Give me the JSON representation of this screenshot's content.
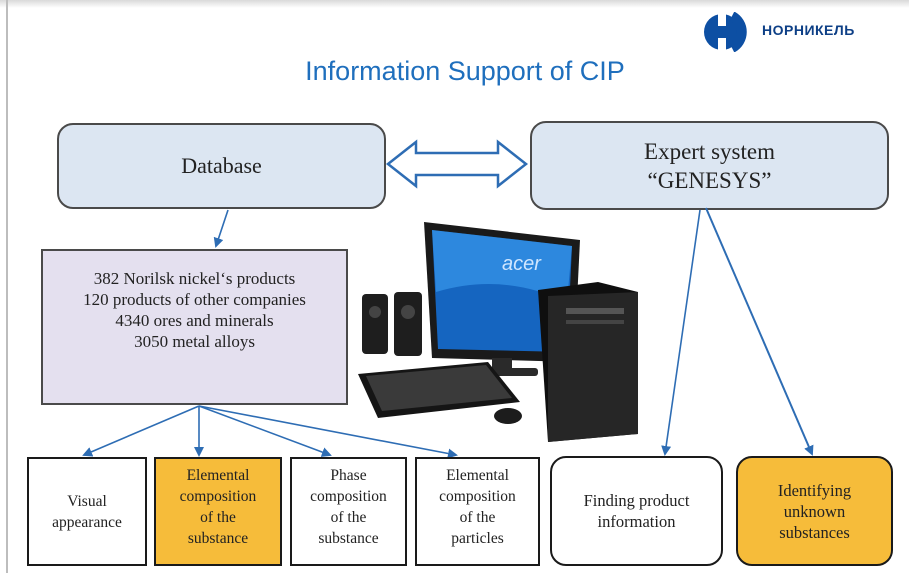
{
  "title": "Information Support of CIP",
  "logo": {
    "text": "НОРНИКЕЛЬ",
    "icon": "nornickel-logo-icon",
    "color": "#0d3f86"
  },
  "database": {
    "label": "Database"
  },
  "expert_system": {
    "line1": "Expert system",
    "line2": "“GENESYS”"
  },
  "stats": {
    "lines": [
      "382 Norilsk nickel‘s products",
      "120 products of other companies",
      "4340 ores and minerals",
      "3050 metal alloys"
    ]
  },
  "illustration": {
    "icon": "desktop-computer-icon",
    "monitor_brand": "acer"
  },
  "outputs": [
    {
      "text": "Visual\nappearance"
    },
    {
      "text": "Elemental\ncomposition\nof the\nsubstance"
    },
    {
      "text": "Phase\ncomposition\nof the\nsubstance"
    },
    {
      "text": "Elemental\ncomposition\nof the\nparticles"
    },
    {
      "text": "Finding product\ninformation"
    },
    {
      "text": "Identifying\nunknown\nsubstances"
    }
  ],
  "colors": {
    "title": "#1f6fbd",
    "box_fill": "#dce6f2",
    "stats_fill": "#e4e0ef",
    "highlight": "#f6bc3a",
    "arrow": "#2e6db4"
  }
}
